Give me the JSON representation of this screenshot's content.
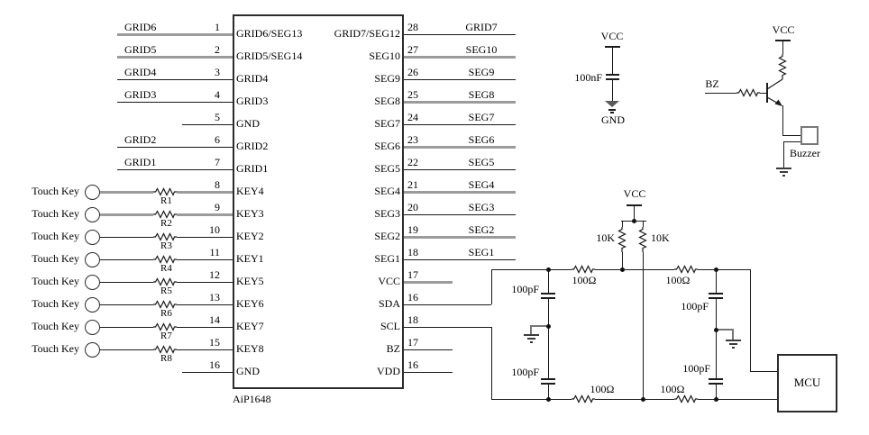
{
  "chip": {
    "name": "AiP1648",
    "left_pins": [
      {
        "num": "1",
        "label": "GRID6/SEG13",
        "ext": "GRID6"
      },
      {
        "num": "2",
        "label": "GRID5/SEG14",
        "ext": "GRID5"
      },
      {
        "num": "3",
        "label": "GRID4",
        "ext": "GRID4"
      },
      {
        "num": "4",
        "label": "GRID3",
        "ext": "GRID3"
      },
      {
        "num": "5",
        "label": "GND",
        "ext": ""
      },
      {
        "num": "6",
        "label": "GRID2",
        "ext": "GRID2"
      },
      {
        "num": "7",
        "label": "GRID1",
        "ext": "GRID1"
      },
      {
        "num": "8",
        "label": "KEY4",
        "ext": ""
      },
      {
        "num": "9",
        "label": "KEY3",
        "ext": ""
      },
      {
        "num": "10",
        "label": "KEY2",
        "ext": ""
      },
      {
        "num": "11",
        "label": "KEY1",
        "ext": ""
      },
      {
        "num": "12",
        "label": "KEY5",
        "ext": ""
      },
      {
        "num": "13",
        "label": "KEY6",
        "ext": ""
      },
      {
        "num": "14",
        "label": "KEY7",
        "ext": ""
      },
      {
        "num": "15",
        "label": "KEY8",
        "ext": ""
      },
      {
        "num": "16",
        "label": "GND",
        "ext": ""
      }
    ],
    "right_pins": [
      {
        "num": "28",
        "label": "GRID7/SEG12",
        "ext": "GRID7"
      },
      {
        "num": "27",
        "label": "SEG10",
        "ext": "SEG10"
      },
      {
        "num": "26",
        "label": "SEG9",
        "ext": "SEG9"
      },
      {
        "num": "25",
        "label": "SEG8",
        "ext": "SEG8"
      },
      {
        "num": "24",
        "label": "SEG7",
        "ext": "SEG7"
      },
      {
        "num": "23",
        "label": "SEG6",
        "ext": "SEG6"
      },
      {
        "num": "22",
        "label": "SEG5",
        "ext": "SEG5"
      },
      {
        "num": "21",
        "label": "SEG4",
        "ext": "SEG4"
      },
      {
        "num": "20",
        "label": "SEG3",
        "ext": "SEG3"
      },
      {
        "num": "19",
        "label": "SEG2",
        "ext": "SEG2"
      },
      {
        "num": "18",
        "label": "SEG1",
        "ext": "SEG1"
      },
      {
        "num": "17",
        "label": "VCC",
        "ext": ""
      },
      {
        "num": "16",
        "label": "SDA",
        "ext": ""
      },
      {
        "num": "18",
        "label": "SCL",
        "ext": ""
      },
      {
        "num": "17",
        "label": "BZ",
        "ext": ""
      },
      {
        "num": "16",
        "label": "VDD",
        "ext": ""
      }
    ]
  },
  "touch_keys": [
    {
      "label": "Touch Key",
      "r": "R1"
    },
    {
      "label": "Touch Key",
      "r": "R2"
    },
    {
      "label": "Touch Key",
      "r": "R3"
    },
    {
      "label": "Touch Key",
      "r": "R4"
    },
    {
      "label": "Touch Key",
      "r": "R5"
    },
    {
      "label": "Touch Key",
      "r": "R6"
    },
    {
      "label": "Touch Key",
      "r": "R7"
    },
    {
      "label": "Touch Key",
      "r": "R8"
    }
  ],
  "decoupling": {
    "vcc": "VCC",
    "cap": "100nF",
    "gnd": "GND"
  },
  "buzzer": {
    "net": "BZ",
    "vcc": "VCC",
    "label": "Buzzer"
  },
  "pullups": {
    "vcc": "VCC",
    "left": "10K",
    "right": "10K"
  },
  "rc": {
    "top_left_r": "100Ω",
    "top_right_r": "100Ω",
    "bottom_left_r": "100Ω",
    "bottom_right_r": "100Ω",
    "left_top_c": "100pF",
    "left_bottom_c": "100pF",
    "right_top_c": "100pF",
    "right_bottom_c": "100pF"
  },
  "mcu": {
    "label": "MCU"
  },
  "colors": {
    "wire": "#1a1a1a",
    "wire_thick": "#9b9b9b",
    "text": "#000000",
    "bg": "#ffffff"
  }
}
